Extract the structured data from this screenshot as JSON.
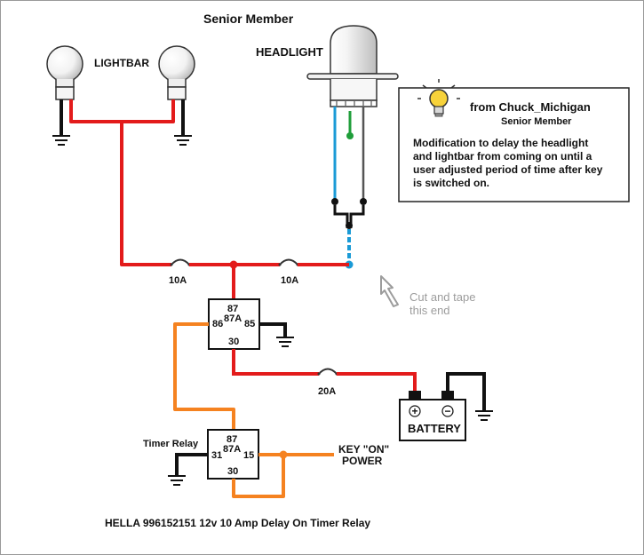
{
  "header": {
    "title": "Senior Member"
  },
  "components": {
    "lightbar_label": "LIGHTBAR",
    "headlight_label": "HEADLIGHT",
    "fuse_1": "10A",
    "fuse_2": "10A",
    "fuse_3": "20A",
    "battery": {
      "label": "BATTERY",
      "plus": "+",
      "minus": "−"
    },
    "relay": {
      "pin_87": "87",
      "pin_87a": "87A",
      "pin_86": "86",
      "pin_85": "85",
      "pin_30": "30"
    },
    "timer_relay": {
      "label": "Timer Relay",
      "pin_87": "87",
      "pin_87a": "87A",
      "pin_31": "31",
      "pin_15": "15",
      "pin_30": "30"
    },
    "key_power_line1": "KEY \"ON\"",
    "key_power_line2": "POWER"
  },
  "note": {
    "author": "from Chuck_Michigan",
    "role": "Senior Member",
    "body_lines": [
      "Modification to delay the headlight",
      "and lightbar from coming on until a",
      "user adjusted period of time after key",
      "is switched on."
    ]
  },
  "annotation": {
    "line1": "Cut and tape",
    "line2": "this end"
  },
  "caption": "HELLA 996152151 12v 10 Amp Delay On Timer Relay",
  "colors": {
    "power_wire": "#e31b1b",
    "ground_wire": "#111111",
    "timer_wire": "#f58220",
    "headlight_wire": "#1a9ad6",
    "headlight_green": "#1f9e3a",
    "bulb_tip": "#f2c200"
  }
}
